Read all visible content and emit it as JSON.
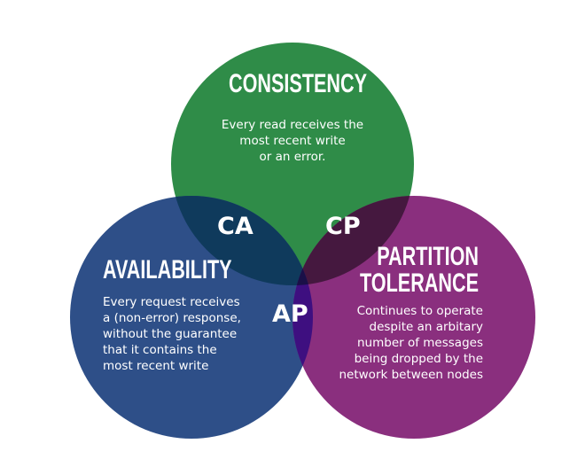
{
  "colors": {
    "consistency": "#2f8c48",
    "availability": "#2e4f88",
    "partition": "#8a2f7e",
    "ca": "#0f3a5c",
    "cp": "#45183f",
    "ap": "#3e0f80",
    "cap": "#1a1048"
  },
  "consistency": {
    "title": "CONSISTENCY",
    "desc": [
      "Every read receives the",
      "most recent write",
      "or an error."
    ]
  },
  "availability": {
    "title": "AVAILABILITY",
    "desc": [
      "Every request receives",
      "a (non-error) response,",
      "without the guarantee",
      "that it contains the",
      "most recent write"
    ]
  },
  "partition": {
    "title_lines": [
      "PARTITION",
      "TOLERANCE"
    ],
    "desc": [
      "Continues to operate",
      "despite an arbitary",
      "number of messages",
      "being dropped by the",
      "network between nodes"
    ]
  },
  "intersections": {
    "ca": "CA",
    "cp": "CP",
    "ap": "AP"
  }
}
